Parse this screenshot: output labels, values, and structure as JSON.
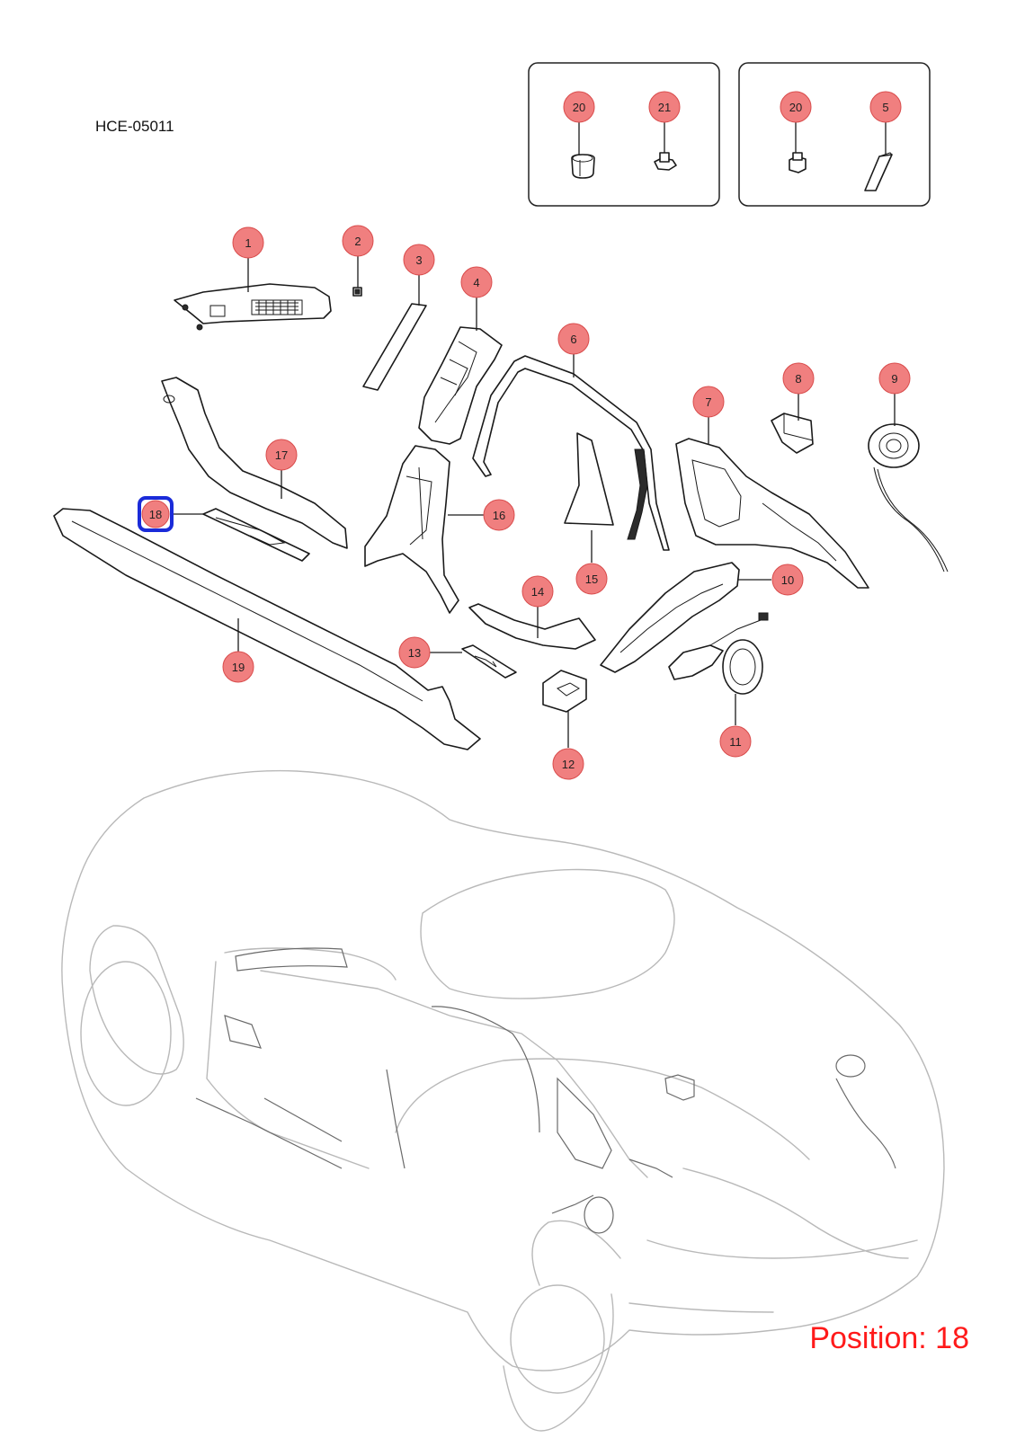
{
  "document_code": "HCE-05011",
  "position_label": "Position: 18",
  "highlighted_callout": "18",
  "colors": {
    "callout_fill": "#f07f7f",
    "highlight": "#1a2bd9",
    "position_text": "#ff1a1a",
    "car_outline": "#b9b9b9"
  },
  "insets": [
    {
      "callouts": [
        "20",
        "21"
      ]
    },
    {
      "callouts": [
        "20",
        "5"
      ]
    }
  ],
  "callouts": [
    {
      "id": "c1",
      "label": "1"
    },
    {
      "id": "c2",
      "label": "2"
    },
    {
      "id": "c3",
      "label": "3"
    },
    {
      "id": "c4",
      "label": "4"
    },
    {
      "id": "c5",
      "label": "5"
    },
    {
      "id": "c6",
      "label": "6"
    },
    {
      "id": "c7",
      "label": "7"
    },
    {
      "id": "c8",
      "label": "8"
    },
    {
      "id": "c9",
      "label": "9"
    },
    {
      "id": "c10",
      "label": "10"
    },
    {
      "id": "c11",
      "label": "11"
    },
    {
      "id": "c12",
      "label": "12"
    },
    {
      "id": "c13",
      "label": "13"
    },
    {
      "id": "c14",
      "label": "14"
    },
    {
      "id": "c15",
      "label": "15"
    },
    {
      "id": "c16",
      "label": "16"
    },
    {
      "id": "c17",
      "label": "17"
    },
    {
      "id": "c18",
      "label": "18"
    },
    {
      "id": "c19",
      "label": "19"
    },
    {
      "id": "c20a",
      "label": "20"
    },
    {
      "id": "c21",
      "label": "21"
    },
    {
      "id": "c20b",
      "label": "20"
    }
  ]
}
